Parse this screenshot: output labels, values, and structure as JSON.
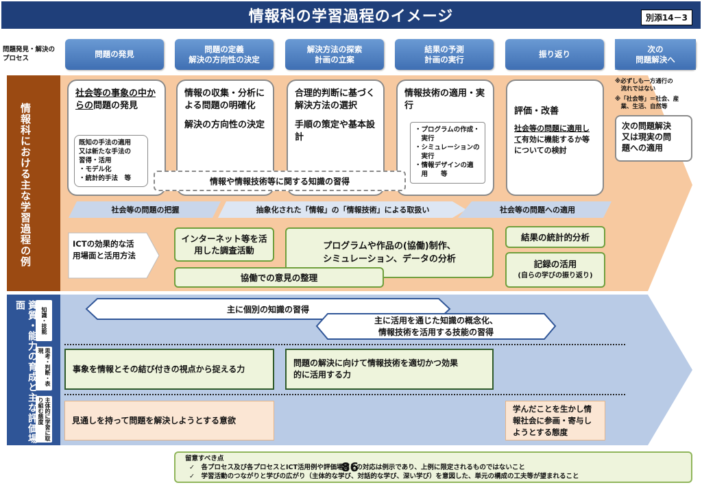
{
  "title": "情報科の学習過程のイメージ",
  "annex": "別添14－3",
  "process_label": "問題発見・解決の\nプロセス",
  "processes": [
    "問題の発見",
    "問題の定義\n解決の方向性の決定",
    "解決方法の探索\n計画の立案",
    "結果の予測\n計画の実行",
    "振り返り",
    "次の\n問題解決へ"
  ],
  "side_labels": {
    "main": "情報科における主な学習過程の例",
    "eval": "資質・能力の育成と主な評価場面",
    "knowledge": "知識・技能",
    "thinking": "思考・判断・表現",
    "attitude": "主体的に学習に取り組む態度"
  },
  "cards": {
    "c1_a": "社会等の事象の中からの",
    "c1_b": "問題の発見",
    "c1_inner": "既知の手法の適用\n又は新たな手法の\n習得・活用\n・モデル化\n・統計的手法　等",
    "c2_a": "情報の収集・分析による問題の明確化",
    "c2_b": "解決の方向性の決定",
    "c3_a": "合理的判断に基づく解決方法の選択",
    "c3_b": "手順の策定や基本設計",
    "c4_a": "情報技術の適用・実行",
    "c4_inner": "・プログラムの作成・\n　実行\n・シミュレーションの\n　実行\n・情報デザインの適\n　用　　等",
    "c5_a": "評価・改善",
    "c5_b_u": "社会等の問題に適用して",
    "c5_b": "有効に機能するか等についての検討"
  },
  "dashed_banner": "情報や情報技術等に関する知識の習得",
  "notes_right": {
    "n1": "※必ずしも一方通行の\n　流れではない",
    "n2": "※「社会等」＝社会、産\n　業、生活、自然等"
  },
  "next_box": "次の問題解決\n又は現実の問\n題への適用",
  "bands": {
    "b1": "社会等の問題の把握",
    "b2": "抽象化された「情報」の「情報技術」による取扱い",
    "b3": "社会等の問題への適用"
  },
  "ict_box": "ICTの効果的な活\n用場面と活用方法",
  "green_boxes": {
    "g1": "インターネット等を活\n用した調査活動",
    "g2": "プログラムや作品の(協働)制作、\nシミュレーション、データの分析",
    "g3": "協働での意見の整理",
    "g4": "結果の統計的分析",
    "g5": "記録の活用",
    "g5_sub": "(自らの学びの振り返り)"
  },
  "knowledge_arrows": {
    "k1": "主に個別の知識の習得",
    "k2": "主に活用を通じた知識の概念化、\n情報技術を活用する技能の習得"
  },
  "thinking_boxes": {
    "t1": "事象を情報とその結び付きの視点から捉える力",
    "t2": "問題の解決に向けて情報技術を適切かつ効果\n的に活用する力"
  },
  "attitude_boxes": {
    "a1": "見通しを持って問題を解決しようとする意欲",
    "a2": "学んだことを生かし情\n報社会に参画・寄与し\nようとする態度"
  },
  "notes": {
    "heading": "留意すべき点",
    "items": [
      "✓　各プロセス及び各プロセスとICT活用例や評価場面との対応は例示であり、上例に限定されるものではないこと",
      "✓　学習活動のつながりと学びの広がり（主体的な学び、対話的な学び、深い学び）を意図した、単元の構成の工夫等が望まれること"
    ]
  },
  "page_number": "86",
  "colors": {
    "title_bg": "#1f3f7a",
    "process_blue": "#4a7dc0",
    "main_arrow": "#f7c9a0",
    "main_side": "#9b4a12",
    "eval_arrow": "#b9cbe6",
    "eval_side": "#2f5597",
    "green_border": "#6f9f3c"
  }
}
